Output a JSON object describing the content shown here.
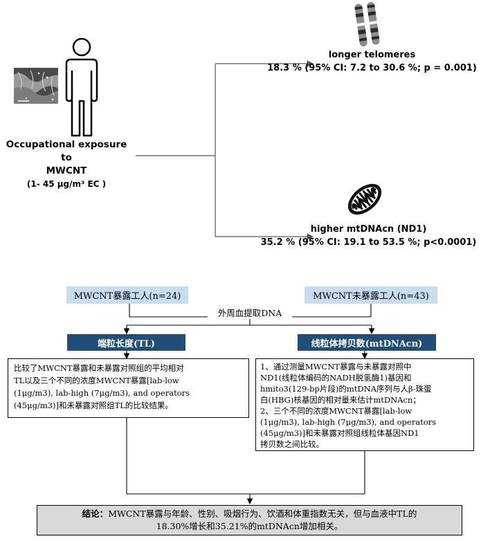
{
  "top": {
    "exposure": {
      "line1": "Occupational exposure to",
      "line2": "MWCNT",
      "line3": "(1- 45 μg/m³ EC )"
    },
    "telomere": {
      "title": "longer telomeres",
      "stat": "18.3 % (95% CI: 7.2 to 30.6 %; p = 0.001)"
    },
    "mito": {
      "title": "higher mtDNAcn (ND1)",
      "stat": "35.2 % (95% CI: 19.1 to 53.5 %; p<0.0001)"
    }
  },
  "flow": {
    "exposed_group": "MWCNT暴露工人(n=24)",
    "unexposed_group": "MWCNT未暴露工人(n=43)",
    "extraction": "外周血提取DNA",
    "tl_header": "端粒长度(TL)",
    "mt_header": "线粒体拷贝数(mtDNAcn)",
    "tl_text": [
      "比较了MWCNT暴露和未暴露对照组的平均相对",
      "TL以及三个不同的浓度MWCNT暴露[lab-low",
      "(1μg/m3), lab-high (7μg/m3), and operators",
      "(45μg/m3)]和未暴露对照组TL的比较结果。"
    ],
    "mt_text": [
      "1、通过测量MWCNT暴露与未暴露对照中",
      "ND1(线粒体编码的NADH脱氢酶1)基因和",
      "hmito3(129-bp片段)的mtDNA序列与人β-珠蛋",
      "白(HBG)核基因的相对量来估计mtDNAcn；",
      "2、三个不同的浓度MWCNT暴露[lab-low",
      "(1μg/m3), lab-high (7μg/m3), and operators",
      "(45μg/m3)]和未暴露对照组线粒体基因ND1",
      "拷贝数之间比较。"
    ],
    "conclusion_label": "结论：",
    "conclusion_line1": "MWCNT暴露与年龄、性别、吸烟行为、饮酒和体重指数无关，但与血液中TL的",
    "conclusion_line2": "18.30%增长和35.21%的mtDNAcn增加相关。"
  }
}
